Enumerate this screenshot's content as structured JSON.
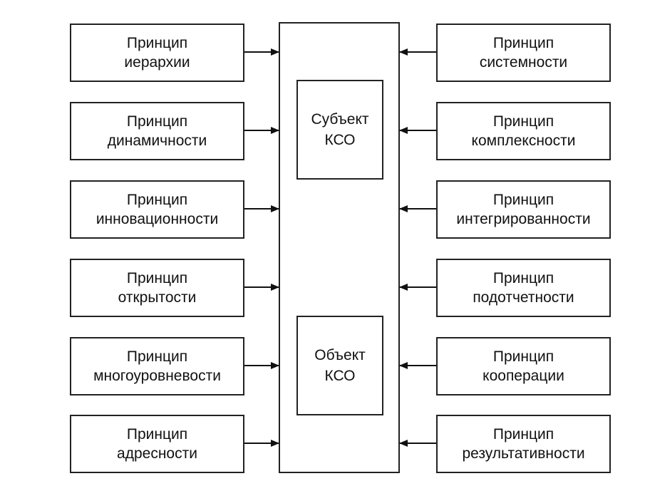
{
  "diagram": {
    "center": {
      "subject": {
        "line1": "Субъект",
        "line2": "КСО"
      },
      "object": {
        "line1": "Объект",
        "line2": "КСО"
      }
    },
    "left_principles": [
      {
        "line1": "Принцип",
        "line2": "иерархии"
      },
      {
        "line1": "Принцип",
        "line2": "динамичности"
      },
      {
        "line1": "Принцип",
        "line2": "инновационности"
      },
      {
        "line1": "Принцип",
        "line2": "открытости"
      },
      {
        "line1": "Принцип",
        "line2": "многоуровневости"
      },
      {
        "line1": "Принцип",
        "line2": "адресности"
      }
    ],
    "right_principles": [
      {
        "line1": "Принцип",
        "line2": "системности"
      },
      {
        "line1": "Принцип",
        "line2": "комплексности"
      },
      {
        "line1": "Принцип",
        "line2": "интегрированности"
      },
      {
        "line1": "Принцип",
        "line2": "подотчетности"
      },
      {
        "line1": "Принцип",
        "line2": "кооперации"
      },
      {
        "line1": "Принцип",
        "line2": "результативности"
      }
    ]
  }
}
